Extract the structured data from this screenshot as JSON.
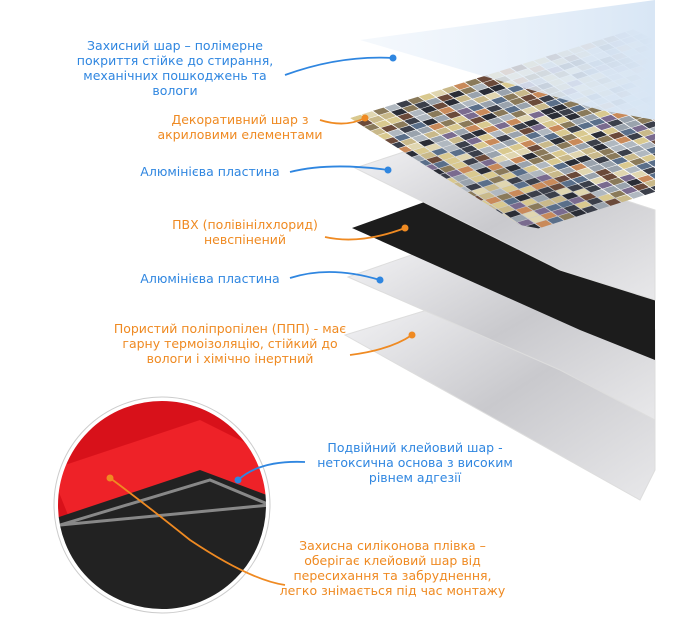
{
  "colors": {
    "blue": "#2f86e0",
    "orange": "#ef8a22"
  },
  "labels": [
    {
      "id": "protective-layer",
      "color": "blue",
      "text": "Захисний шар – полімерне покриття стійке до стирання, механічних пошкоджень та вологи"
    },
    {
      "id": "decorative-layer",
      "color": "orange",
      "text": "Декоративний шар з акриловими елементами"
    },
    {
      "id": "aluminum-plate-1",
      "color": "blue",
      "text": "Алюмінієва пластина"
    },
    {
      "id": "pvc-layer",
      "color": "orange",
      "text": "ПВХ (полівінілхлорид) невспінений"
    },
    {
      "id": "aluminum-plate-2",
      "color": "blue",
      "text": "Алюмінієва пластина"
    },
    {
      "id": "porous-polypropylene",
      "color": "orange",
      "text": "Пористий поліпропілен (ППП) - має гарну термоізоляцію, стійкий до вологи і хімічно інертний"
    },
    {
      "id": "adhesive-layer",
      "color": "blue",
      "text": "Подвійний клейовий шар - нетоксична основа з високим рівнем адгезії"
    },
    {
      "id": "silicone-film",
      "color": "orange",
      "text": "Захисна силіконова плівка – оберігає клейовий шар від пересихання та забруднення, легко знімається під час монтажу"
    }
  ]
}
